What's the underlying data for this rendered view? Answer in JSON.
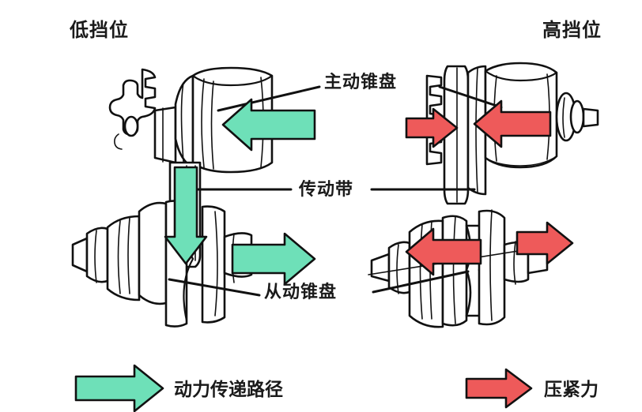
{
  "diagram": {
    "title_left": "低挡位",
    "title_right": "高挡位",
    "callouts": [
      {
        "id": "drive-pulley",
        "text": "主动锥盘"
      },
      {
        "id": "drive-belt",
        "text": "传动带"
      },
      {
        "id": "driven-pulley",
        "text": "从动锥盘"
      }
    ],
    "legend": [
      {
        "id": "power-path",
        "text": "动力传递路径",
        "color": "#6EE0B8",
        "arrow": "arrow-right-green"
      },
      {
        "id": "clamp-force",
        "text": "压紧力",
        "color": "#EE5A5A",
        "arrow": "arrow-right-red"
      }
    ],
    "arrows": {
      "left_top_green": "arrow-left-green",
      "left_belt_green": "arrow-down-green",
      "left_bottom_green": "arrow-right-green",
      "right_top_red_in_left": "arrow-right-red",
      "right_top_red_in_right": "arrow-left-red",
      "right_bottom_red_out_left": "arrow-left-red",
      "right_bottom_red_out_right": "arrow-right-red"
    },
    "colors": {
      "green": "#6EE0B8",
      "green_dark": "#2FB68A",
      "red": "#EE5A5A",
      "red_dark": "#C33C3C",
      "outline": "#111111",
      "fill": "#ffffff",
      "background": "#ffffff",
      "text": "#1a1a1a"
    }
  }
}
